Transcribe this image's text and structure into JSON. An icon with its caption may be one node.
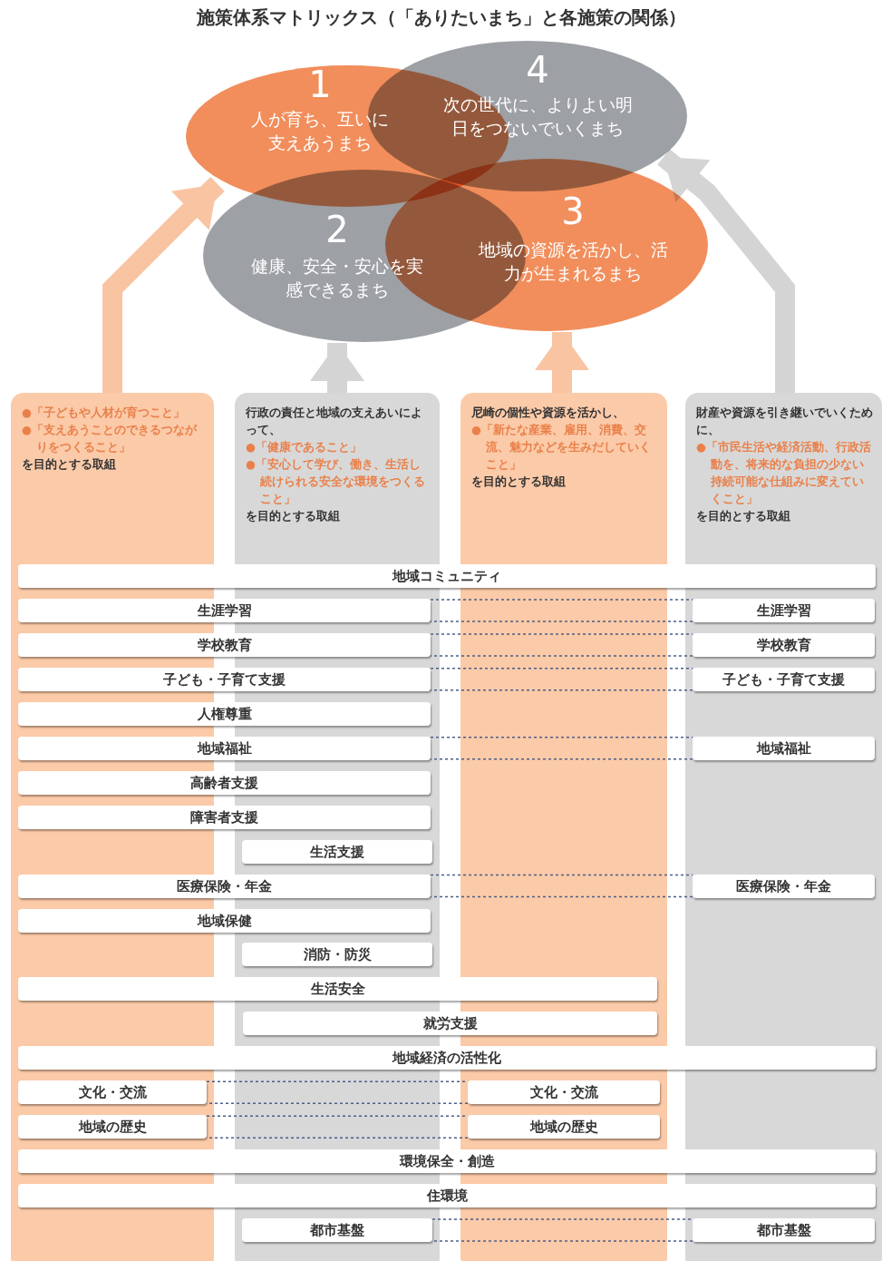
{
  "diagram": {
    "title": "施策体系マトリックス（「ありたいまち」と各施策の関係）",
    "nodes": [
      {
        "text": [
          "1",
          "人が育ち、互いに支えあうまち"
        ]
      },
      {
        "text": [
          "4",
          "次の世代に、よりよい明日をつないでいくまち"
        ]
      },
      {
        "text": [
          "2",
          "健康、安全・安心を実感できるまち"
        ]
      },
      {
        "text": [
          "3",
          "地域の資源を活かし、活力が生まれるまち"
        ]
      },
      {
        "text": [
          "●「子どもや人材が育つこと」",
          "●「支えあうことのできるつながりをつくること」",
          "を目的とする取組"
        ]
      },
      {
        "text": [
          "行政の責任と地域の支えあいによって、",
          "●「健康であること」",
          "●「安心して学び、働き、生活し続けられる安全な環境をつくること」",
          "を目的とする取組"
        ]
      },
      {
        "text": [
          "尼崎の個性や資源を活かし、",
          "●「新たな産業、雇用、消費、交流、魅力などを生みだしていくこと」",
          "を目的とする取組"
        ]
      },
      {
        "text": [
          "財産や資源を引き継いでいくために、",
          "●「市民生活や経済活動、行政活動を、将来的な負担の少ない持続可能な仕組みに変えていくこと」",
          "を目的とする取組"
        ]
      },
      {
        "text": [
          "地域コミュニティ"
        ]
      },
      {
        "text": [
          "生涯学習"
        ]
      },
      {
        "text": [
          "生涯学習"
        ],
        "in": 7
      },
      {
        "text": [
          "学校教育"
        ]
      },
      {
        "text": [
          "学校教育"
        ],
        "in": 7
      },
      {
        "text": [
          "子ども・子育て支援"
        ]
      },
      {
        "text": [
          "子ども・子育て支援"
        ],
        "in": 7
      },
      {
        "text": [
          "人権尊重"
        ]
      },
      {
        "text": [
          "地域福祉"
        ]
      },
      {
        "text": [
          "地域福祉"
        ],
        "in": 7
      },
      {
        "text": [
          "高齢者支援"
        ]
      },
      {
        "text": [
          "障害者支援"
        ]
      },
      {
        "text": [
          "生活支援"
        ],
        "in": 5
      },
      {
        "text": [
          "医療保険・年金"
        ]
      },
      {
        "text": [
          "医療保険・年金"
        ],
        "in": 7
      },
      {
        "text": [
          "地域保健"
        ]
      },
      {
        "text": [
          "消防・防災"
        ],
        "in": 5
      },
      {
        "text": [
          "生活安全"
        ]
      },
      {
        "text": [
          "就労支援"
        ]
      },
      {
        "text": [
          "地域経済の活性化"
        ]
      },
      {
        "text": [
          "文化・交流"
        ],
        "in": 4
      },
      {
        "text": [
          "文化・交流"
        ],
        "in": 6
      },
      {
        "text": [
          "地域の歴史"
        ],
        "in": 4
      },
      {
        "text": [
          "地域の歴史"
        ],
        "in": 6
      },
      {
        "text": [
          "環境保全・創造"
        ]
      },
      {
        "text": [
          "住環境"
        ]
      },
      {
        "text": [
          "都市基盤"
        ],
        "in": 5
      },
      {
        "text": [
          "都市基盤"
        ],
        "in": 7
      }
    ],
    "edges": [
      {
        "from": 4,
        "to": 0,
        "arrow": "to",
        "style": "thick",
        "color": "#f9c4a2"
      },
      {
        "from": 5,
        "to": 2,
        "arrow": "to",
        "style": "thick",
        "color": "#d4d4d4"
      },
      {
        "from": 6,
        "to": 3,
        "arrow": "to",
        "style": "thick",
        "color": "#f9c4a2"
      },
      {
        "from": 7,
        "to": 1,
        "arrow": "to",
        "style": "thick",
        "color": "#d4d4d4"
      },
      {
        "from": 9,
        "to": 10,
        "arrow": "none",
        "style": "dashed"
      },
      {
        "from": 11,
        "to": 12,
        "arrow": "none",
        "style": "dashed"
      },
      {
        "from": 13,
        "to": 14,
        "arrow": "none",
        "style": "dashed"
      },
      {
        "from": 16,
        "to": 17,
        "arrow": "none",
        "style": "dashed"
      },
      {
        "from": 21,
        "to": 22,
        "arrow": "none",
        "style": "dashed"
      },
      {
        "from": 28,
        "to": 29,
        "arrow": "none",
        "style": "dashed"
      },
      {
        "from": 30,
        "to": 31,
        "arrow": "none",
        "style": "dashed"
      },
      {
        "from": 34,
        "to": 35,
        "arrow": "none",
        "style": "dashed"
      }
    ]
  }
}
